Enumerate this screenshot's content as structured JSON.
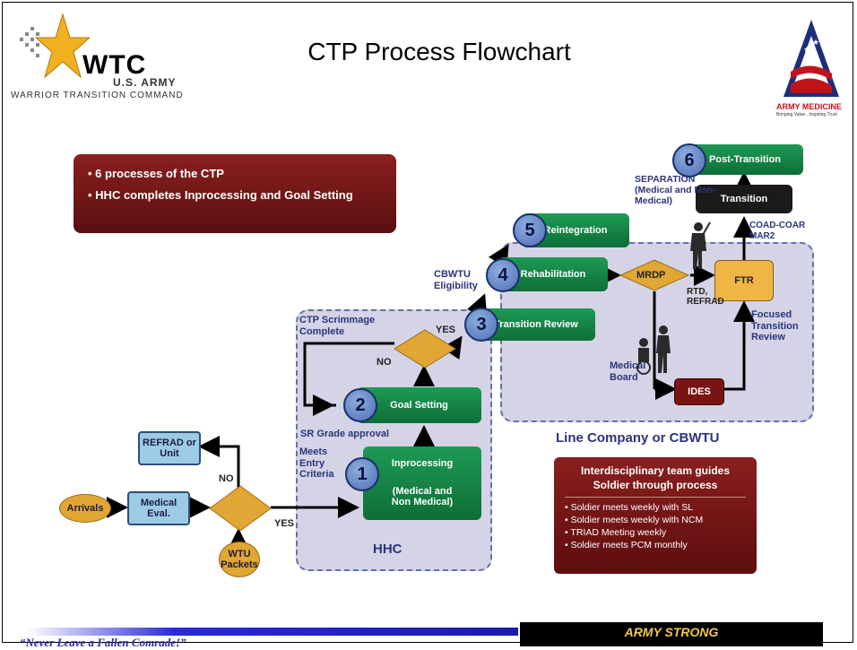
{
  "header": {
    "title": "CTP Process Flowchart",
    "logo_left": {
      "brand": "WTC",
      "line2": "U.S. Army",
      "line3": "Warrior Transition Command",
      "icon": "star-logo-icon"
    },
    "logo_right": {
      "name": "ARMY MEDICINE",
      "tagline": "Bringing Value...Inspiring Trust",
      "icon": "eagle-flag-logo-icon"
    }
  },
  "callout": {
    "items": [
      "• 6 processes of the CTP",
      "• HHC completes Inprocessing and Goal Setting"
    ]
  },
  "zones": {
    "hhc": "HHC",
    "line_company": "Line Company or CBWTU"
  },
  "steps": [
    {
      "number": "1",
      "label": "Inprocessing",
      "sublabel": "(Medical and Non Medical)"
    },
    {
      "number": "2",
      "label": "Goal Setting"
    },
    {
      "number": "3",
      "label": "Transition Review"
    },
    {
      "number": "4",
      "label": "Rehabilitation"
    },
    {
      "number": "5",
      "label": "Reintegration"
    },
    {
      "number": "6",
      "label": "Post-Transition"
    }
  ],
  "nodes": {
    "arrivals": "Arrivals",
    "medical_eval": "Medical Eval.",
    "refrad_unit": "REFRAD or Unit",
    "wtu_packets": "WTU Packets",
    "mrdp": "MRDP",
    "ftr": "FTR",
    "ides": "IDES",
    "transition": "Transition"
  },
  "labels": {
    "no_left": "NO",
    "yes_left": "YES",
    "meets_entry": "Meets Entry Criteria",
    "sr_grade": "SR Grade approval",
    "scrimmage": "CTP Scrimmage Complete",
    "yes_mid": "YES",
    "no_mid": "NO",
    "cbwtu": "CBWTU Eligibility",
    "separation": "SEPARATION (Medical and Non-Medical)",
    "coad": "COAD-COAR MAR2",
    "rtd": "RTD, REFRAD",
    "focused": "Focused Transition Review",
    "medical_board": "Medical Board"
  },
  "team": {
    "heading": "Interdisciplinary team guides Soldier through process",
    "items": [
      "• Soldier meets weekly with SL",
      "• Soldier meets weekly with NCM",
      "• TRIAD Meeting weekly",
      "• Soldier meets PCM monthly"
    ]
  },
  "footer": {
    "quote": "“Never Leave a Fallen Comrade!”",
    "slogan": "ARMY STRONG"
  },
  "colors": {
    "green": "#1e9a55",
    "dark_red": "#7a1414",
    "gold": "#e1a633",
    "zone": "#d4d4e6",
    "navy": "#2c347c"
  }
}
